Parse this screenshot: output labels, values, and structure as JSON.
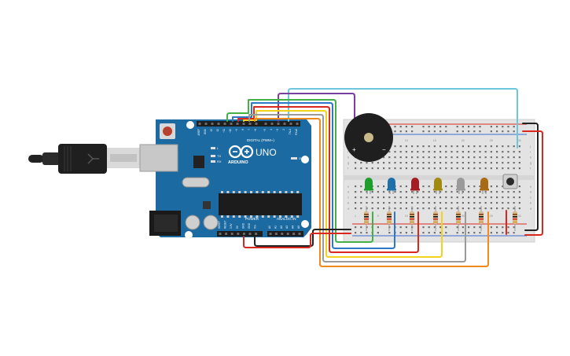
{
  "arduino": {
    "brand": "ARDUINO",
    "model": "UNO",
    "digital_header_label": "DIGITAL (PWM~)",
    "analog_header_label": "ANALOG IN",
    "power_header_label": "POWER",
    "tx_label": "TX",
    "rx_label": "RX",
    "on_label": "ON",
    "l_label": "L",
    "digital_pins": [
      "AREF",
      "GND",
      "13",
      "12",
      "~11",
      "~10",
      "~9",
      "8",
      "7",
      "~6",
      "~5",
      "4",
      "~3",
      "2",
      "TX▸1",
      "RX◂0"
    ],
    "power_pins": [
      "IOREF",
      "RESET",
      "3.3V",
      "5V",
      "GND",
      "GND",
      "Vin"
    ],
    "analog_pins": [
      "A0",
      "A1",
      "A2",
      "A3",
      "A4",
      "A5"
    ]
  },
  "breadboard": {
    "row_letters_top": [
      "j",
      "i",
      "h",
      "g",
      "f"
    ],
    "row_letters_bottom": [
      "e",
      "d",
      "c",
      "b",
      "a"
    ],
    "column_numbers": [
      "1",
      "5",
      "10",
      "15",
      "20",
      "25",
      "30"
    ]
  },
  "buzzer": {
    "plus_label": "+",
    "minus_label": "−"
  },
  "leds": [
    {
      "name": "led-green",
      "color": "#1f9e2e"
    },
    {
      "name": "led-blue",
      "color": "#1f6fa8"
    },
    {
      "name": "led-red",
      "color": "#a51c24"
    },
    {
      "name": "led-yellow",
      "color": "#a08a10"
    },
    {
      "name": "led-white",
      "color": "#9a9a9a"
    },
    {
      "name": "led-orange",
      "color": "#a86a14"
    }
  ],
  "wire_colors": {
    "orange": "#f08a1d",
    "yellow": "#f2d21b",
    "green": "#43b04a",
    "red": "#d8281f",
    "purple": "#7b3fa0",
    "cyan": "#6ec6dc",
    "blue": "#2d79c7",
    "grey": "#9a9a9a",
    "black": "#222222"
  }
}
